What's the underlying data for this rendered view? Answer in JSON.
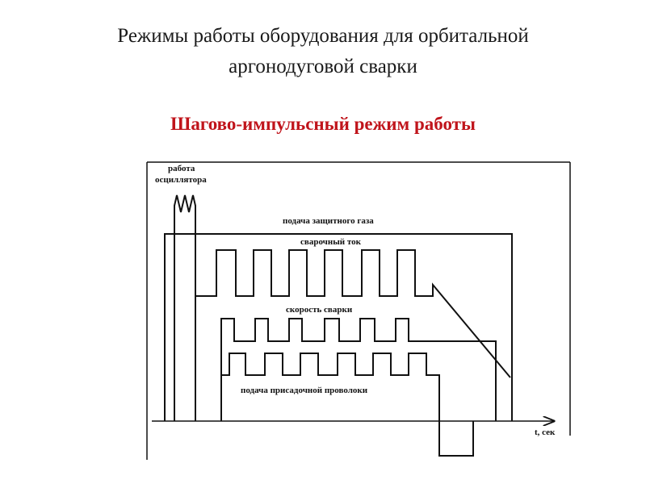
{
  "slide": {
    "title_line1": "Режимы работы оборудования для орбитальной",
    "title_line2": "аргонодуговой сварки",
    "subtitle": "Шагово-импульсный режим работы"
  },
  "diagram": {
    "labels": {
      "oscillator_line1": "работа",
      "oscillator_line2": "осциллятора",
      "shielding_gas": "подача защитного газа",
      "welding_current": "сварочный ток",
      "welding_speed": "скорость сварки",
      "filler_wire": "подача присадочной проволоки",
      "time_axis": "t, сек"
    },
    "colors": {
      "line": "#111111",
      "title": "#1a1a1a",
      "subtitle": "#c0141b"
    }
  }
}
